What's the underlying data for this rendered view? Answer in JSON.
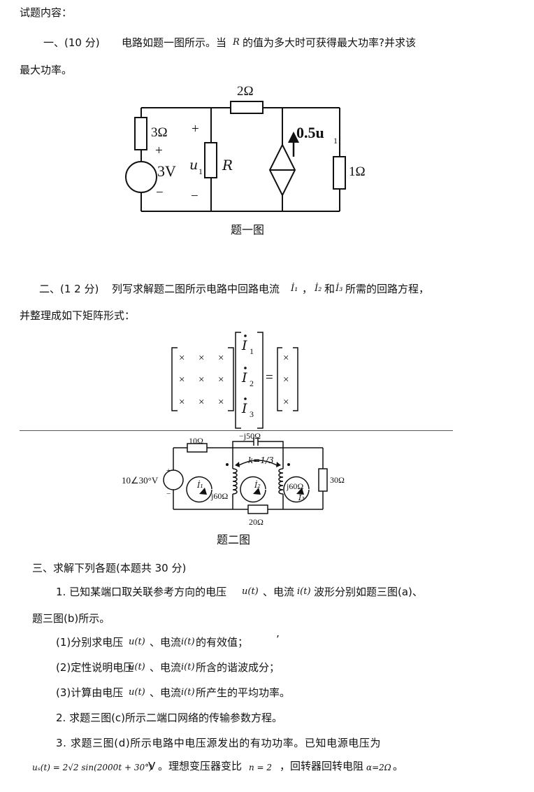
{
  "header": {
    "title": "试题内容："
  },
  "q1": {
    "number": "一、(10 分)",
    "text_a": "电路如题一图所示。当",
    "var_R": "R",
    "text_b": "的值为多大时可获得最大功率?并求该",
    "line2": "最大功率。",
    "caption": "题一图",
    "labels": {
      "r2": "2Ω",
      "r3": "3Ω",
      "plus_top": "+",
      "plus_src": "+",
      "src": "3V",
      "minus_left": "−",
      "minus_mid": "−",
      "u1": "u",
      "u1_sub": "1",
      "R": "R",
      "ctrl": "0.5u",
      "ctrl_sub": "1",
      "r1": "1Ω"
    }
  },
  "q2": {
    "number": "二、(1 2 分)",
    "text_a": "列写求解题二图所示电路中回路电流",
    "i1": "İ₁",
    "sep": "，",
    "i2": "İ₂",
    "and": "和",
    "i3": "İ₃",
    "text_b": "所需的回路方程，",
    "line2": "并整理成如下矩阵形式：",
    "matrix": {
      "cross": "×",
      "eq": "=",
      "I": "I",
      "subs": [
        "1",
        "2",
        "3"
      ]
    },
    "caption": "题二图",
    "labels": {
      "r10": "10Ω",
      "cap": "−j50Ω",
      "k": "k=1/3",
      "src": "10∠30°V",
      "plus": "+",
      "minus": "−",
      "L1": "j60Ω",
      "L2": "j60Ω",
      "r30": "30Ω",
      "r20": "20Ω",
      "i1": "İ₁",
      "i2": "İ₂",
      "i3": "İ₃"
    }
  },
  "q3": {
    "heading": "三、求解下列各题(本题共 30 分)",
    "p1_a": "1. 已知某端口取关联参考方向的电压",
    "u_t": "u(t)",
    "p1_b": "、电流",
    "i_t": "i(t)",
    "p1_c": "波形分别如题三图(a)、",
    "p1_line2": "题三图(b)所示。",
    "s1_a": "(1)分别求电压",
    "s1_b": "、电流",
    "s1_c": "的有效值；",
    "s1_mark": "’",
    "s2_a": "(2)定性说明电压",
    "s2_b": "、电流",
    "s2_c": "所含的谐波成分；",
    "s3_a": "(3)计算由电压",
    "s3_b": "、电流",
    "s3_c": "所产生的平均功率。",
    "p2": "2. 求题三图(c)所示二端口网络的传输参数方程。",
    "p3": "3. 求题三图(d)所示电路中电压源发出的有功功率。已知电源电压为",
    "formula": "uₛ(t) = 2√2 sin(2000t + 30°)",
    "unit": "V",
    "p3_b": "。理想变压器变比",
    "n_eq": "n = 2",
    "p3_c": "，回转器回转电阻",
    "alpha_eq": "α=2Ω",
    "p3_end": "。"
  }
}
